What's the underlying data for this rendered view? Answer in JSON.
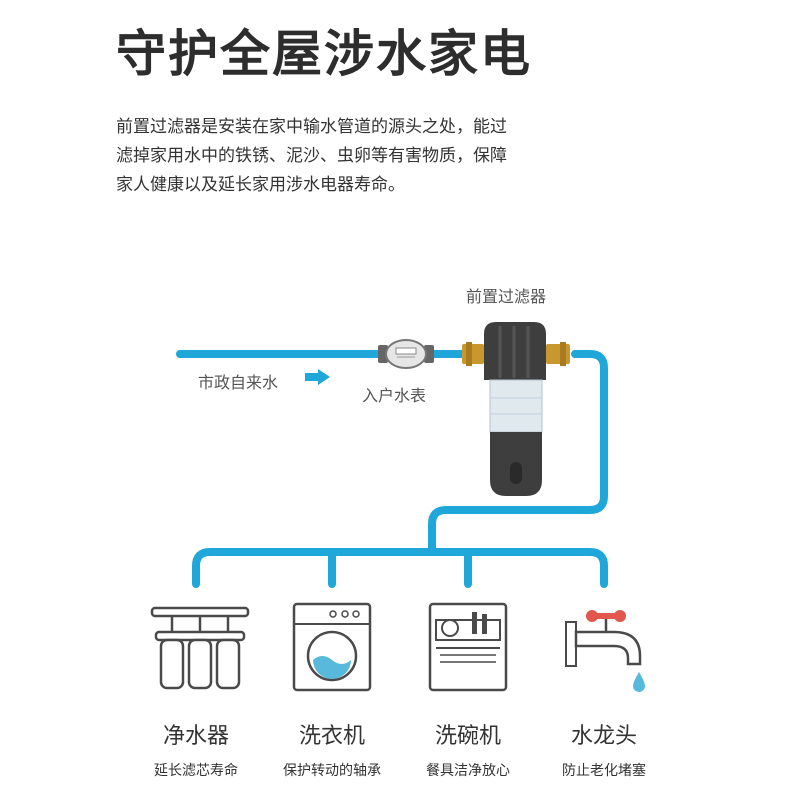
{
  "title": "守护全屋涉水家电",
  "description": [
    "前置过滤器是安装在家中输水管道的源头之处，能过",
    "滤掉家用水中的铁锈、泥沙、虫卵等有害物质，保障",
    "家人健康以及延长家用涉水电器寿命。"
  ],
  "labels": {
    "filter": "前置过滤器",
    "inlet": "市政自来水",
    "meter": "入户水表"
  },
  "appliances": [
    {
      "name": "净水器",
      "benefit": "延长滤芯寿命",
      "icon": "water-purifier-icon"
    },
    {
      "name": "洗衣机",
      "benefit": "保护转动的轴承",
      "icon": "washing-machine-icon"
    },
    {
      "name": "洗碗机",
      "benefit": "餐具洁净放心",
      "icon": "dishwasher-icon"
    },
    {
      "name": "水龙头",
      "benefit": "防止老化堵塞",
      "icon": "faucet-icon"
    }
  ],
  "colors": {
    "pipe": "#1ea7d8",
    "icon": "#4a4a4a",
    "accent_blue": "#58b9dd",
    "valve_red": "#e2574c"
  }
}
